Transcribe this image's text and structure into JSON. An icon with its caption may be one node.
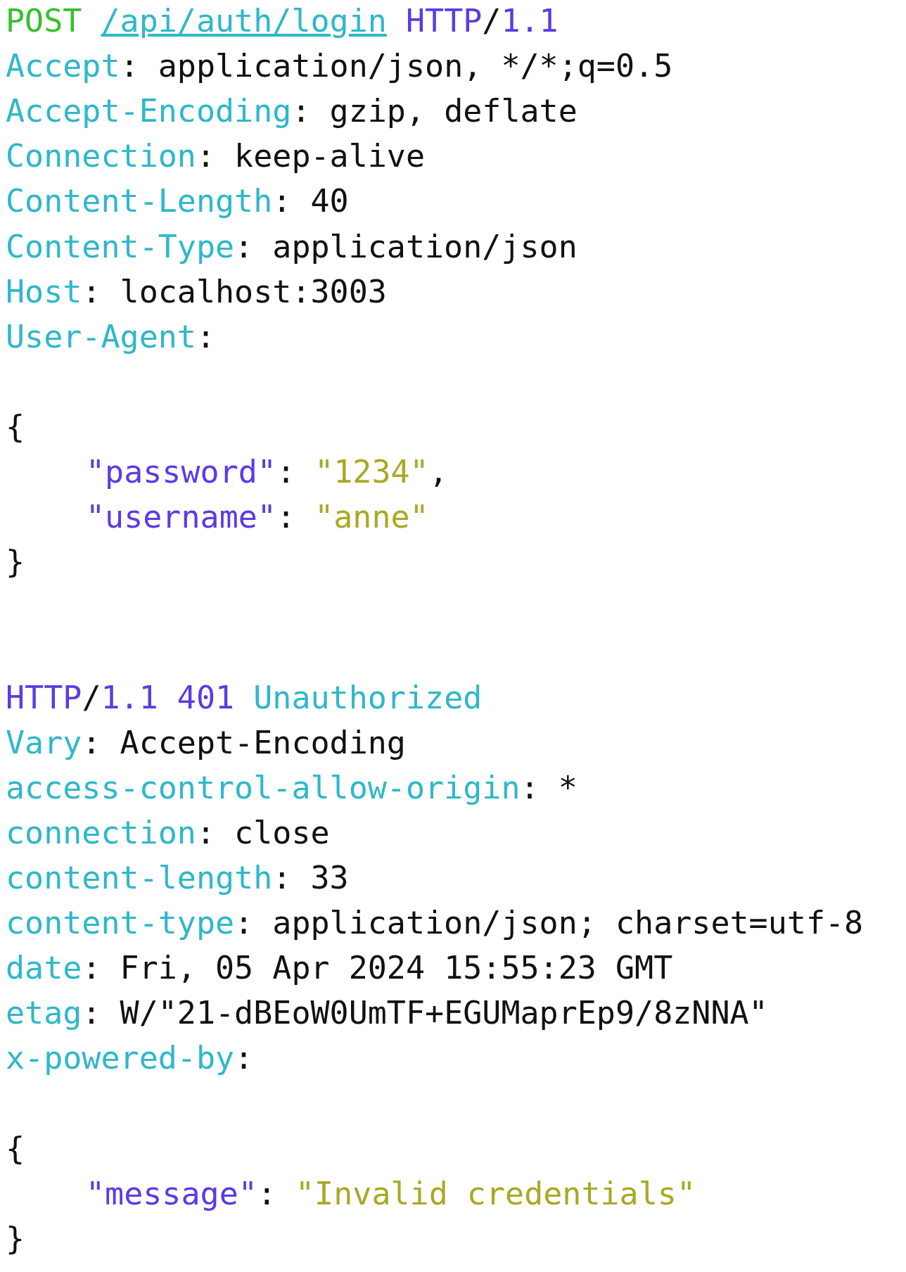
{
  "diagram": {
    "labels": [
      "POST /api/auth/login HTTP/1.1",
      "Accept: application/json, */*;q=0.5",
      "Accept-Encoding: gzip, deflate",
      "Connection: keep-alive",
      "Content-Length: 40",
      "Content-Type: application/json",
      "Host: localhost:3003",
      "User-Agent:",
      "{",
      "\"password\": \"1234\",",
      "\"username\": \"anne\"",
      "}",
      "HTTP/1.1 401 Unauthorized",
      "Vary: Accept-Encoding",
      "access-control-allow-origin: *",
      "connection: close",
      "content-length: 33",
      "content-type: application/json; charset=utf-8",
      "date: Fri, 05 Apr 2024 15:55:23 GMT",
      "etag: W/\"21-dBEoW0UmTF+EGUMaprEp9/8zNNA\"",
      "x-powered-by:",
      "{",
      "\"message\": \"Invalid credentials\"",
      "}"
    ]
  }
}
